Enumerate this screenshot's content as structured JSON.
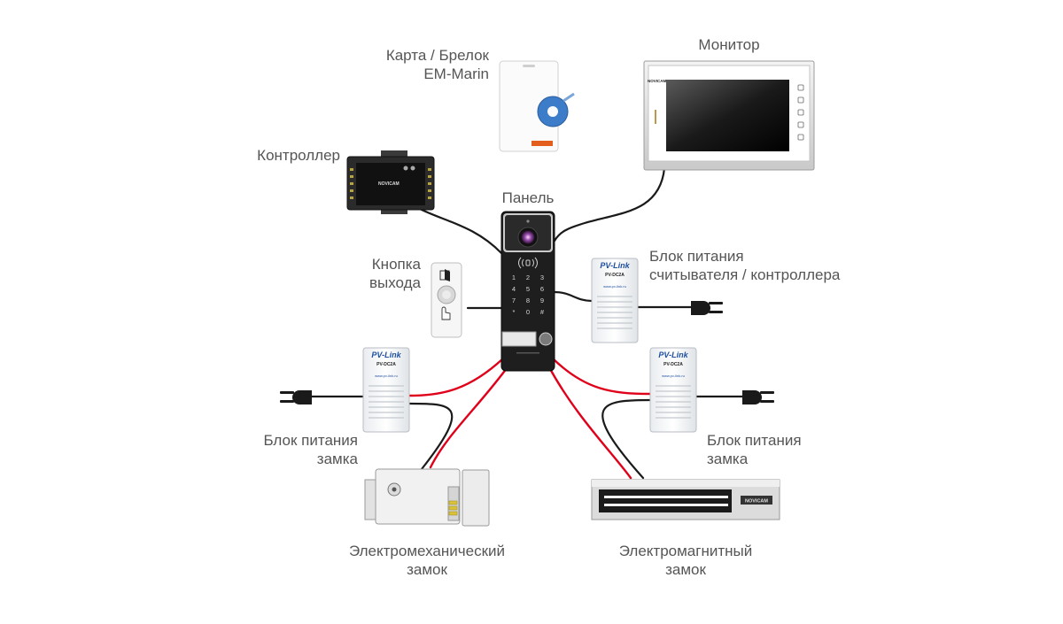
{
  "labels": {
    "card": {
      "line1": "Карта / Брелок",
      "line2": "EM-Marin"
    },
    "monitor": "Монитор",
    "controller": "Контроллер",
    "panel": "Панель",
    "exit_button": {
      "line1": "Кнопка",
      "line2": "выхода"
    },
    "psu_reader": {
      "line1": "Блок питания",
      "line2": "считывателя / контроллера"
    },
    "psu_lock_left": {
      "line1": "Блок питания",
      "line2": "замка"
    },
    "psu_lock_right": {
      "line1": "Блок питания",
      "line2": "замка"
    },
    "em_lock": {
      "line1": "Электромеханический",
      "line2": "замок"
    },
    "mag_lock": {
      "line1": "Электромагнитный",
      "line2": "замок"
    }
  },
  "psu": {
    "brand": "PV-Link",
    "model": "PV-DC2A",
    "site": "www.pv-link.ru"
  },
  "brand_logo": "NOVICAM",
  "keypad_keys": [
    "1",
    "2",
    "3",
    "4",
    "5",
    "6",
    "7",
    "8",
    "9",
    "*",
    "0",
    "#"
  ],
  "colors": {
    "wire_black": "#1a1a1a",
    "wire_red": "#e0001a",
    "label_text": "#555555",
    "psu_brand": "#1f4fa0",
    "panel_body": "#1e1e1e",
    "card_fob": "#3d7cc9"
  }
}
